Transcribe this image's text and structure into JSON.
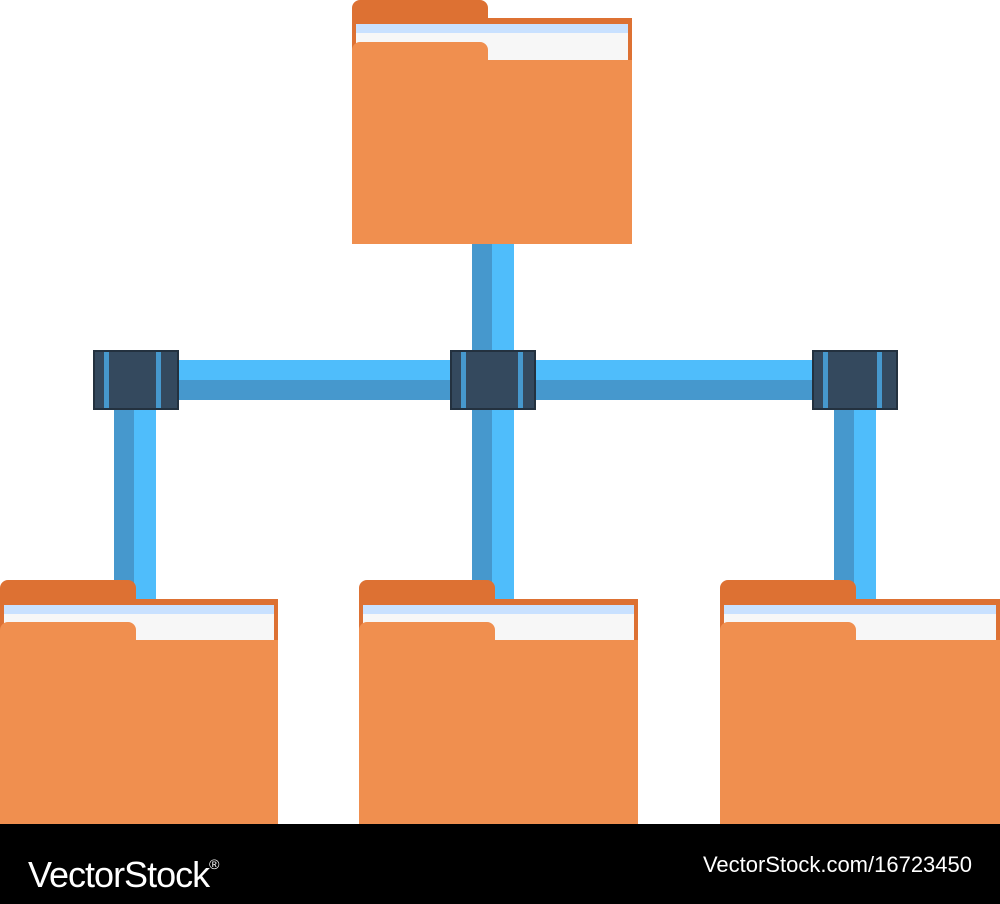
{
  "diagram": {
    "type": "folder-hierarchy",
    "root": {
      "kind": "folder-icon"
    },
    "children": [
      {
        "kind": "folder-icon"
      },
      {
        "kind": "folder-icon"
      },
      {
        "kind": "folder-icon"
      }
    ]
  },
  "colors": {
    "folder_back": "#dd7133",
    "folder_front": "#f08f4f",
    "paper": "#f7f7f7",
    "paper_stripe": "#c9e1ff",
    "pipe_light": "#4fbdfb",
    "pipe_dark": "#4698cd",
    "joint": "#34495e",
    "joint_edge": "#23313f",
    "footer_bg": "#000000",
    "footer_text": "#ffffff"
  },
  "footer": {
    "logo_text": "VectorStock",
    "logo_mark": "®",
    "url_text": "VectorStock.com/16723450"
  }
}
